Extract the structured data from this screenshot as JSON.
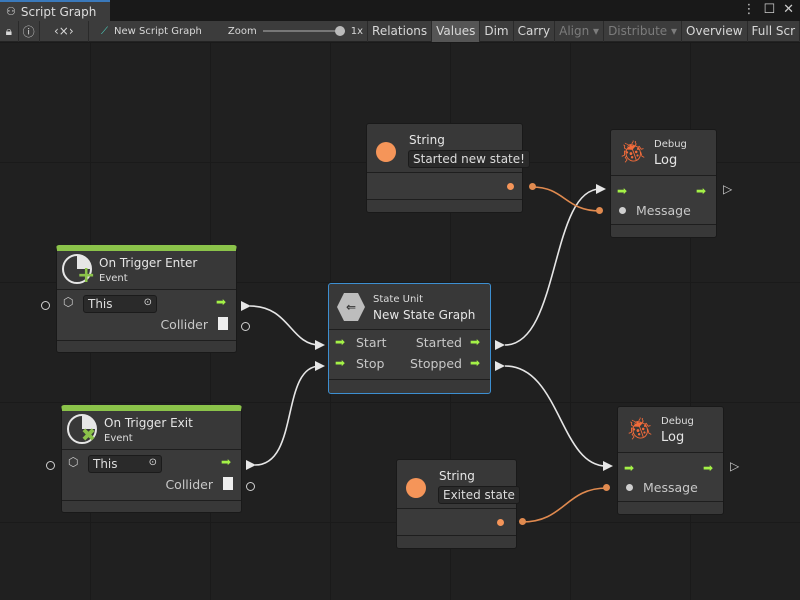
{
  "window": {
    "tab_title": "Script Graph",
    "tab_icon": "hierarchy-icon"
  },
  "toolbar": {
    "graph_name": "New Script Graph",
    "zoom_label": "Zoom",
    "zoom_value": "1x",
    "zoom_level": 1.0,
    "buttons": [
      "Relations",
      "Values",
      "Dim",
      "Carry",
      "Align ▾",
      "Distribute ▾",
      "Overview",
      "Full Scr"
    ],
    "active": "Values"
  },
  "colors": {
    "control_arrow": "#a4f147",
    "string_port": "#f59559",
    "event_bar": "#8bc34a",
    "selection": "#3d8fd1",
    "bug": "#f26b3a"
  },
  "nodes": {
    "string1": {
      "title": "String",
      "value": "Started new state!"
    },
    "debug1": {
      "kind": "Debug",
      "title": "Log",
      "port": "Message"
    },
    "enter": {
      "title": "On Trigger Enter",
      "sub": "Event",
      "target": "This",
      "out": "Collider"
    },
    "state": {
      "kind": "State Unit",
      "title": "New  State  Graph",
      "in1": "Start",
      "in2": "Stop",
      "out1": "Started",
      "out2": "Stopped"
    },
    "exit": {
      "title": "On Trigger Exit",
      "sub": "Event",
      "target": "This",
      "out": "Collider"
    },
    "debug2": {
      "kind": "Debug",
      "title": "Log",
      "port": "Message"
    },
    "string2": {
      "title": "String",
      "value": "Exited state"
    }
  }
}
